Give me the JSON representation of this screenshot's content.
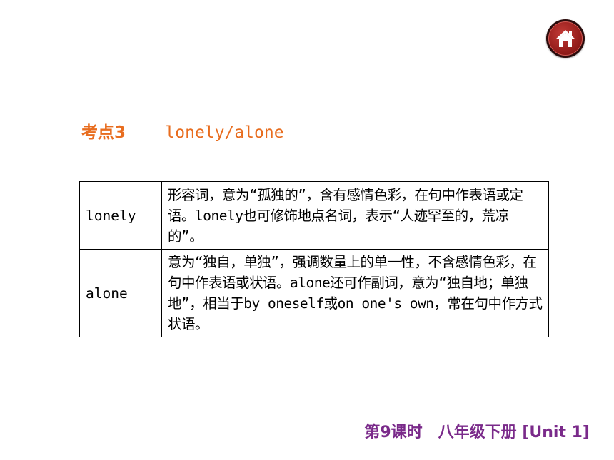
{
  "home_button": {
    "icon": "home-icon",
    "color": "#8f1a18"
  },
  "heading": {
    "label": "考点3",
    "topic": "lonely/alone",
    "color": "#e86d1f"
  },
  "table": {
    "rows": [
      {
        "word": "lonely",
        "desc": "形容词，意为“孤独的”，含有感情色彩，在句中作表语或定语。lonely也可修饰地点名词，表示“人迹罕至的，荒凉的”。"
      },
      {
        "word": "alone",
        "desc": "意为“独自，单独”，强调数量上的单一性，不含感情色彩，在句中作表语或状语。alone还可作副词，意为“独自地；单独地”，相当于by oneself或on one's own，常在句中作方式状语。"
      }
    ]
  },
  "footer": {
    "text": "第9课时　八年级下册 [Unit 1]",
    "color": "#7a2a8a"
  }
}
